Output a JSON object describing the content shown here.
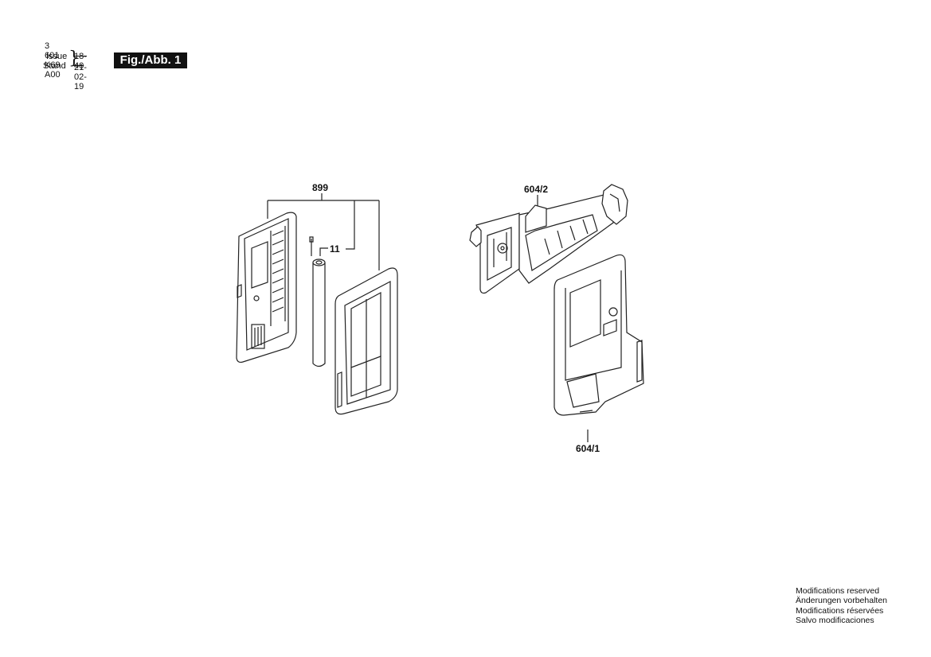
{
  "header": {
    "part_number": "3 601 K69 A00",
    "issue_label": "Issue",
    "stand_label": "Stand",
    "issue_value": "18-40",
    "stand_value": "21-02-19",
    "figure_label": "Fig./Abb. 1"
  },
  "callouts": {
    "receiver_set": "899",
    "battery": "11",
    "clamp": "604/2",
    "holder": "604/1"
  },
  "footer": {
    "lines": [
      "Modifications reserved",
      "Änderungen vorbehalten",
      "Modifications réservées",
      "Salvo modificaciones"
    ]
  }
}
